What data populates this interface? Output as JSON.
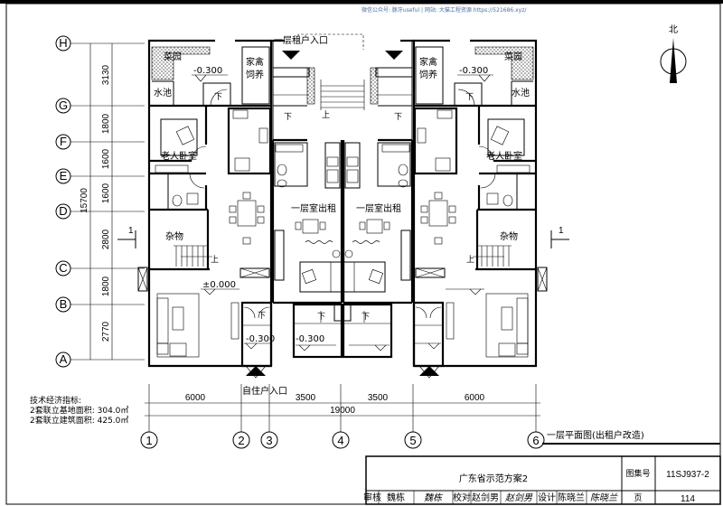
{
  "banner": "微信公众号: 豚牙useful | 网站: 大猫工程资源 https://521686.xyz/",
  "north": "北",
  "grid_rows": [
    "H",
    "G",
    "F",
    "E",
    "D",
    "C",
    "B",
    "A"
  ],
  "grid_cols": [
    "1",
    "2",
    "3",
    "4",
    "5",
    "6"
  ],
  "dims_vertical": [
    "3130",
    "1800",
    "1600",
    "1600",
    "2800",
    "1800",
    "2770"
  ],
  "dims_total_vertical": "15700",
  "dims_horizontal": [
    "6000",
    "3500",
    "3500",
    "6000"
  ],
  "dims_total_horizontal": "19000",
  "section_mark": "1",
  "plan": {
    "garden": "菜园",
    "pool": "水池",
    "poultry_1": "家禽",
    "poultry_2": "饲养",
    "elder_bedroom": "老人卧室",
    "storage": "杂物",
    "up": "上",
    "down": "下",
    "level_zero": "±0.000",
    "level_minus": "-0.300",
    "tenant_entrance": "一层租户入口",
    "rental_room": "一层室出租",
    "owner_entrance": "自住户入口"
  },
  "tech": {
    "title": "技术经济指标:",
    "line1": "2套联立基地面积: 304.0㎡",
    "line2": "2套联立建筑面积: 425.0㎡"
  },
  "drawing_title": "一层平面图(出租户改造)",
  "title_block": {
    "scheme": "广东省示范方案2",
    "atlas_label": "图集号",
    "atlas_no": "11SJ937-2",
    "review_label": "审核",
    "reviewer": "魏栋",
    "reviewer_sig": "魏栋",
    "check_label": "校对",
    "checker": "赵剑男",
    "checker_sig": "赵剑男",
    "design_label": "设计",
    "designer": "陈晓兰",
    "designer_sig": "陈晓兰",
    "page_label": "页",
    "page_no": "114"
  }
}
